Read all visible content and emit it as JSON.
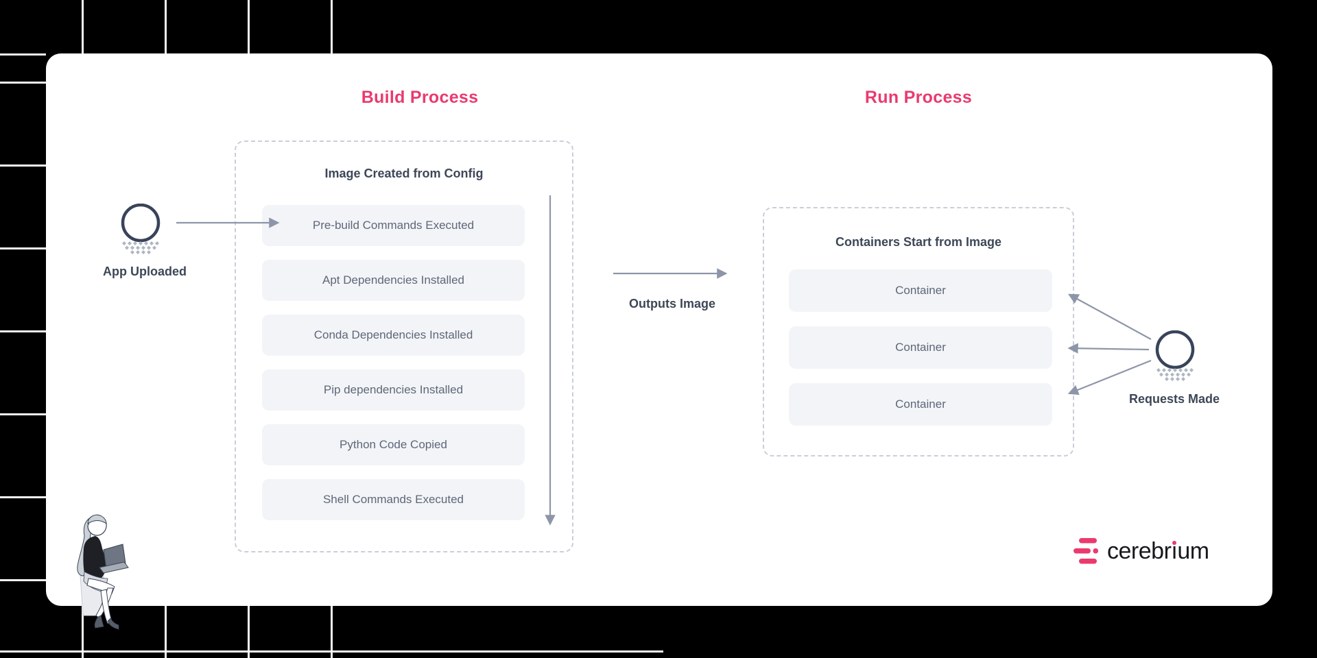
{
  "colors": {
    "accent_pink": "#EA3A6E",
    "dark_navy": "#39435A",
    "slate_text": "#5D6779",
    "heading_text": "#3D4757",
    "arrow": "#8D96A8",
    "box_bg": "#F3F4F7",
    "dash_border": "#C9CED8",
    "card_bg": "#FFFFFF",
    "page_bg": "#000000",
    "grid_line": "#F5F5F5",
    "logo_text": "#17181C"
  },
  "sections": {
    "build": {
      "title": "Build Process",
      "box_heading": "Image Created from Config",
      "steps": [
        "Pre-build Commands Executed",
        "Apt Dependencies Installed",
        "Conda Dependencies Installed",
        "Pip dependencies Installed",
        "Python Code Copied",
        "Shell Commands Executed"
      ]
    },
    "run": {
      "title": "Run Process",
      "box_heading": "Containers Start from Image",
      "containers": [
        "Container",
        "Container",
        "Container"
      ]
    }
  },
  "nodes": {
    "app_uploaded": {
      "label": "App Uploaded",
      "icon": "circle-node-icon"
    },
    "requests_made": {
      "label": "Requests Made",
      "icon": "circle-node-icon"
    }
  },
  "flow_labels": {
    "outputs_image": "Outputs Image"
  },
  "logo": {
    "wordmark": "cerebrium",
    "icon": "cerebrium-logo-icon"
  },
  "illustration": {
    "name": "woman-with-laptop"
  }
}
